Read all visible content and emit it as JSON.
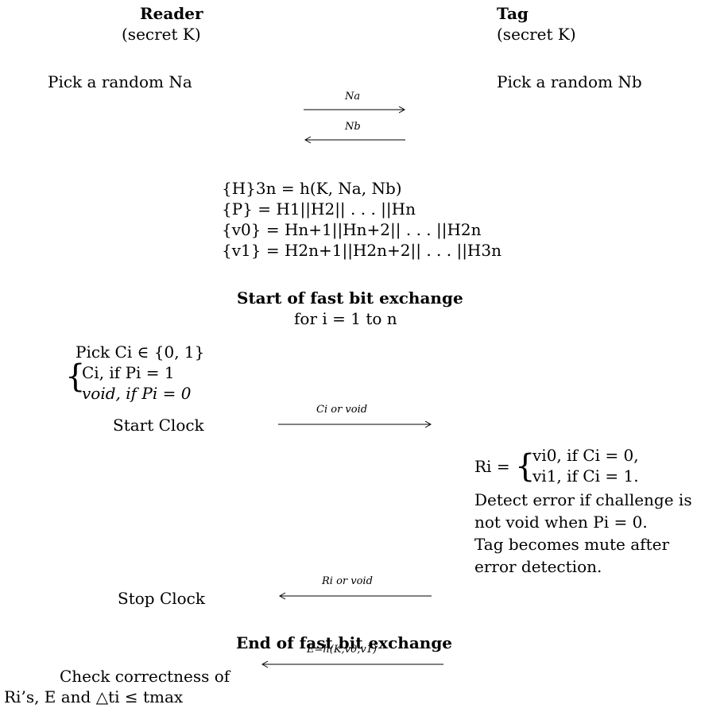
{
  "reader": {
    "title": "Reader",
    "secret": "(secret K)",
    "pick_nonce": "Pick a random Na",
    "pick_challenge": "Pick Ci ∈ {0, 1}",
    "case_challenge": "Ci, if Pi = 1",
    "case_void": "void, if Pi = 0",
    "start_clock": "Start Clock",
    "stop_clock": "Stop Clock",
    "check_line1": "Check correctness of",
    "check_line2": "Ri’s, E and △ti ≤ tmax"
  },
  "tag": {
    "title": "Tag",
    "secret": "(secret K)",
    "pick_nonce": "Pick a random Nb",
    "response_lhs": "Ri =",
    "response_case0": "vi0, if Ci = 0,",
    "response_case1": "vi1, if Ci = 1.",
    "note_line1": "Detect error if challenge is",
    "note_line2": "not void when Pi = 0.",
    "note_line3": "Tag becomes mute after",
    "note_line4": "error detection."
  },
  "shared": {
    "eq1": "{H}3n = h(K, Na, Nb)",
    "eq2": "{P} = H1||H2|| . . . ||Hn",
    "eq3": "{v0} = Hn+1||Hn+2|| . . . ||H2n",
    "eq4": "{v1} = H2n+1||H2n+2|| . . . ||H3n",
    "start_phase": "Start of fast bit exchange",
    "loop": "for i = 1 to n",
    "end_phase": "End of fast bit exchange"
  },
  "messages": [
    {
      "label": "Na",
      "direction": "right"
    },
    {
      "label": "Nb",
      "direction": "left"
    },
    {
      "label": "Ci or void",
      "direction": "right"
    },
    {
      "label": "Ri or void",
      "direction": "left"
    },
    {
      "label": "E=h(K,v0,v1)",
      "direction": "left"
    }
  ]
}
